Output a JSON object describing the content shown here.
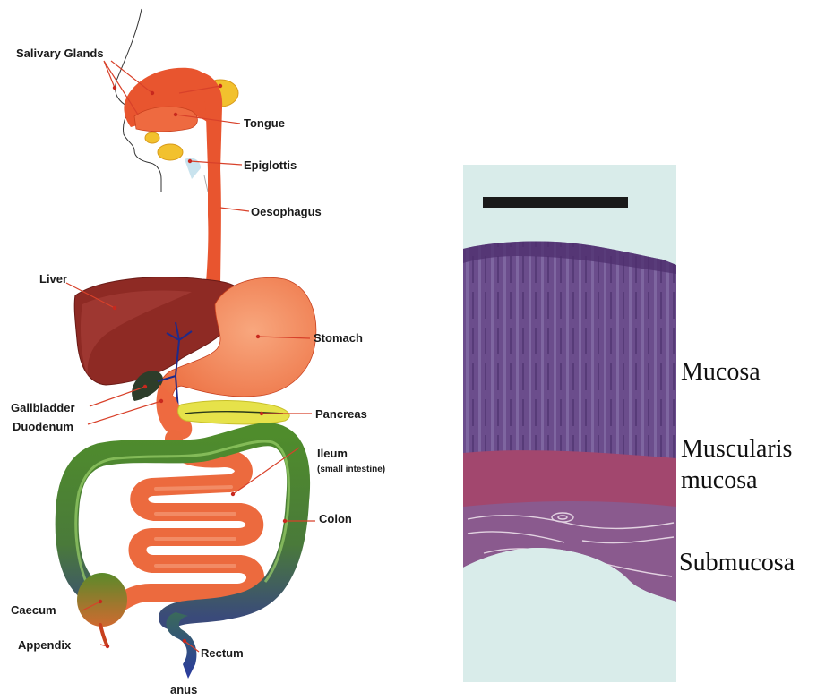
{
  "anatomy": {
    "labels": {
      "salivary_glands": "Salivary Glands",
      "tongue": "Tongue",
      "epiglottis": "Epiglottis",
      "oesophagus": "Oesophagus",
      "liver": "Liver",
      "stomach": "Stomach",
      "gallbladder": "Gallbladder",
      "duodenum": "Duodenum",
      "pancreas": "Pancreas",
      "ileum": "Ileum",
      "ileum_note": "(small intestine)",
      "colon": "Colon",
      "caecum": "Caecum",
      "appendix": "Appendix",
      "rectum": "Rectum",
      "anus": "anus"
    },
    "colors": {
      "tract": "#e8552f",
      "stomach": "#f28a60",
      "liver": "#8e2a24",
      "gallbladder": "#2d3d2a",
      "pancreas": "#e6e24a",
      "colon": "#4a8a2e",
      "rectum": "#2e3f8a",
      "salivary": "#f2c12e",
      "bile_duct": "#1f2a8a"
    }
  },
  "histology": {
    "labels": {
      "mucosa": "Mucosa",
      "muscularis_1": "Muscularis",
      "muscularis_2": "mucosa",
      "submucosa": "Submucosa"
    },
    "colors": {
      "background": "#d9ecea",
      "mucosa": "#6a4a8e",
      "muscularis": "#a2476e",
      "submucosa": "#8a5a8e",
      "scale_bar": "#1a1a1a"
    }
  }
}
